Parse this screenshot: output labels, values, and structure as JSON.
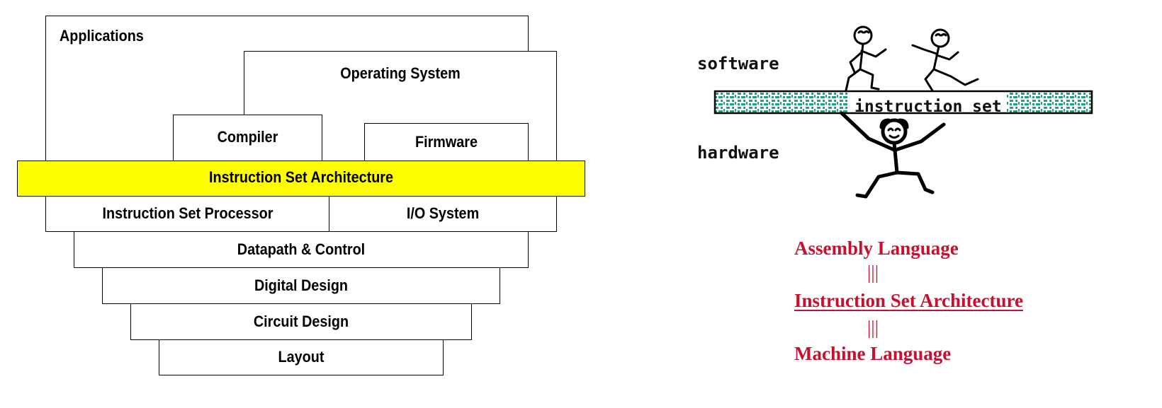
{
  "layers": {
    "applications": "Applications",
    "operating_system": "Operating System",
    "compiler": "Compiler",
    "firmware": "Firmware",
    "isa": "Instruction Set Architecture",
    "isp": "Instruction Set Processor",
    "io_system": "I/O System",
    "datapath": "Datapath & Control",
    "digital_design": "Digital Design",
    "circuit_design": "Circuit Design",
    "layout": "Layout"
  },
  "illustration": {
    "software": "software",
    "hardware": "hardware",
    "instruction_set": "instruction set"
  },
  "equivalence": {
    "assembly": "Assembly Language",
    "separator": "|||",
    "isa": "Instruction Set Architecture",
    "machine": "Machine Language"
  },
  "colors": {
    "isa_band": "#ffff00",
    "equivalence_text": "#c8102e",
    "bar_pattern": "#1aa58a"
  }
}
